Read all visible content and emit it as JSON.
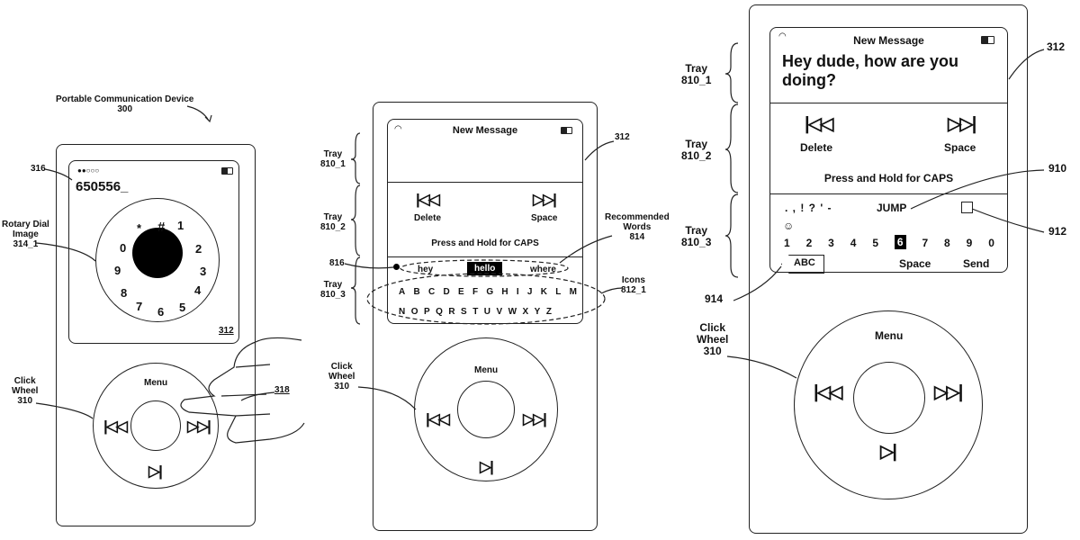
{
  "device1": {
    "title": "Portable Communication Device",
    "title_num": "300",
    "ref_316": "316",
    "dialed_number": "650556_",
    "rotary_label": "Rotary Dial\nImage\n314_1",
    "dial_digits": [
      "1",
      "2",
      "3",
      "4",
      "5",
      "6",
      "7",
      "8",
      "9",
      "0",
      "*",
      "#"
    ],
    "screen_ref": "312",
    "click_wheel_label": "Click\nWheel\n310",
    "menu": "Menu",
    "finger_ref": "318",
    "rewind_icon": "⫷",
    "ffwd_icon": "▷▷|",
    "play_icon": "▷|"
  },
  "device2": {
    "title": "New Message",
    "screen_ref": "312",
    "tray1": "Tray\n810_1",
    "tray2": "Tray\n810_2",
    "tray3": "Tray\n810_3",
    "delete": "Delete",
    "space": "Space",
    "caps_hint": "Press and Hold for CAPS",
    "ref_816": "816",
    "words": [
      "hey",
      "hello",
      "where"
    ],
    "recommended_label": "Recommended\nWords\n814",
    "icons_label": "Icons\n812_1",
    "letters_row1": [
      "A",
      "B",
      "C",
      "D",
      "E",
      "F",
      "G",
      "H",
      "I",
      "J",
      "K",
      "L",
      "M"
    ],
    "letters_row2": [
      "N",
      "O",
      "P",
      "Q",
      "R",
      "S",
      "T",
      "U",
      "V",
      "W",
      "X",
      "Y",
      "Z"
    ],
    "click_wheel_label": "Click\nWheel\n310",
    "menu": "Menu"
  },
  "device3": {
    "title": "New Message",
    "message": "Hey dude, how are you\ndoing?",
    "screen_ref": "312",
    "tray1": "Tray\n810_1",
    "tray2": "Tray\n810_2",
    "tray3": "Tray\n810_3",
    "delete": "Delete",
    "space": "Space",
    "caps_hint": "Press and Hold for CAPS",
    "punct": ". , ! ? ' -",
    "jump": "JUMP",
    "ref_910": "910",
    "ref_912": "912",
    "smiley": "☺",
    "digits": [
      "1",
      "2",
      "3",
      "4",
      "5",
      "6",
      "7",
      "8",
      "9",
      "0"
    ],
    "selected_digit": "6",
    "abc": "ABC",
    "space_key": "Space",
    "send": "Send",
    "ref_914": "914",
    "click_wheel_label": "Click\nWheel\n310",
    "menu": "Menu"
  }
}
